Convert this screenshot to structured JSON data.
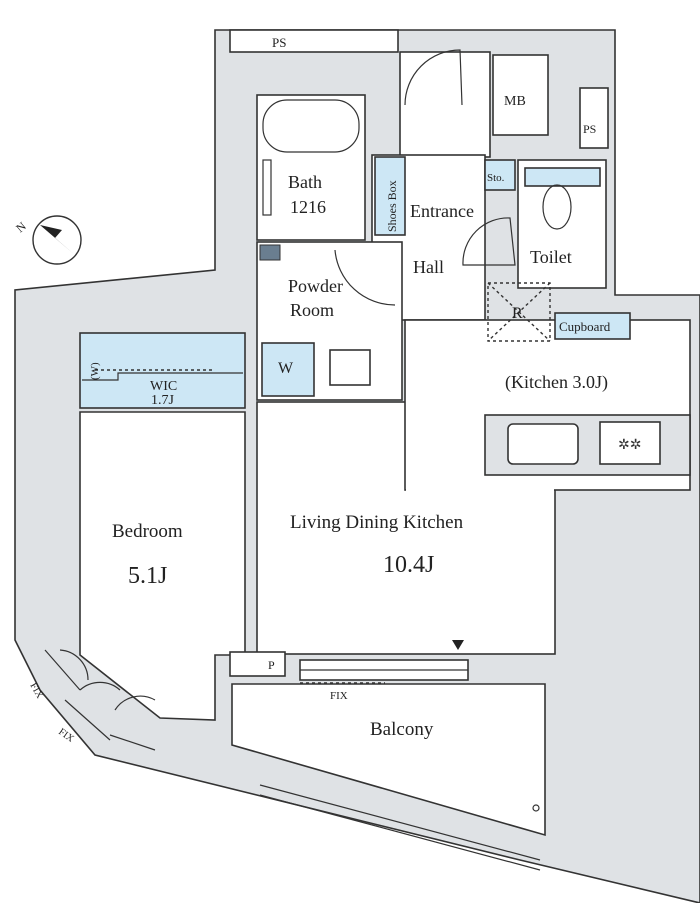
{
  "floor_plan": {
    "rooms": {
      "ps_top": "PS",
      "mb": "MB",
      "ps_right": "PS",
      "bath": "Bath",
      "bath_size": "1216",
      "shoes_box": "Shoes Box",
      "entrance": "Entrance",
      "sto": "Sto.",
      "toilet": "Toilet",
      "hall": "Hall",
      "powder_room_1": "Powder",
      "powder_room_2": "Room",
      "refrigerator": "R",
      "cupboard": "Cupboard",
      "kitchen": "(Kitchen 3.0J)",
      "wic": "WIC",
      "wic_size": "1.7J",
      "wic_w": "(W)",
      "washer": "W",
      "bedroom": "Bedroom",
      "bedroom_size": "5.1J",
      "ldk": "Living Dining Kitchen",
      "ldk_size": "10.4J",
      "p": "P",
      "fix_balcony": "FIX",
      "fix_left_1": "FIX",
      "fix_left_2": "FIX",
      "balcony": "Balcony"
    },
    "compass": "N",
    "colors": {
      "wall": "#dfe2e5",
      "storage": "#cde7f5",
      "line": "#333333"
    }
  }
}
